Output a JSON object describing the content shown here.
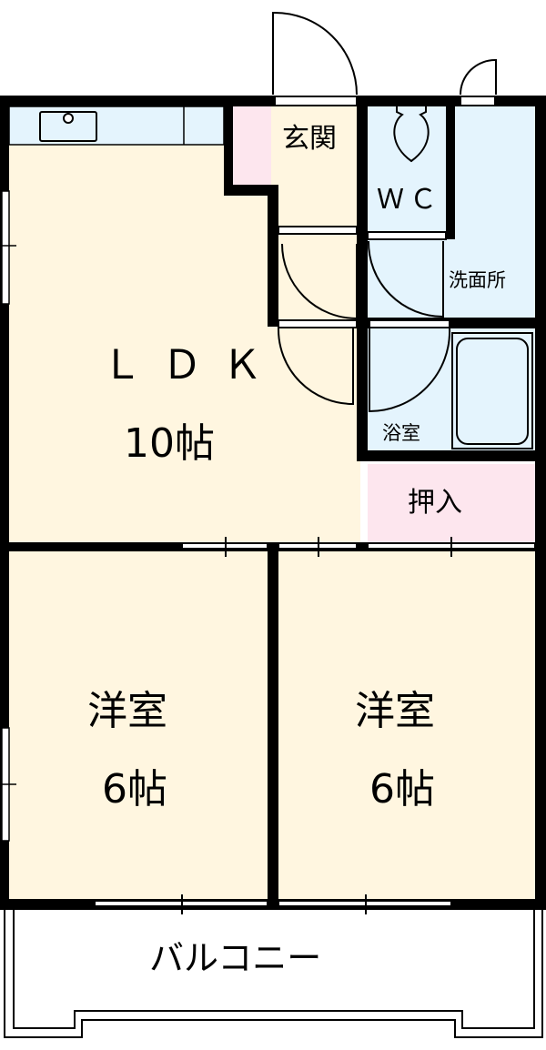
{
  "floor_plan": {
    "colors": {
      "wall": "#000000",
      "living_floor": "#fff6e0",
      "wet_area": "#e4f4fd",
      "storage": "#fde6ee",
      "exterior": "#ffffff"
    },
    "rooms": {
      "ldk": {
        "name": "ＬＤＫ",
        "size": "10帖"
      },
      "entrance": {
        "name": "玄関"
      },
      "wc": {
        "name": "ＷＣ"
      },
      "washroom": {
        "name": "洗面所"
      },
      "bathroom": {
        "name": "浴室"
      },
      "closet": {
        "name": "押入"
      },
      "western_room_left": {
        "name": "洋室",
        "size": "6帖"
      },
      "western_room_right": {
        "name": "洋室",
        "size": "6帖"
      },
      "balcony": {
        "name": "バルコニー"
      }
    }
  }
}
